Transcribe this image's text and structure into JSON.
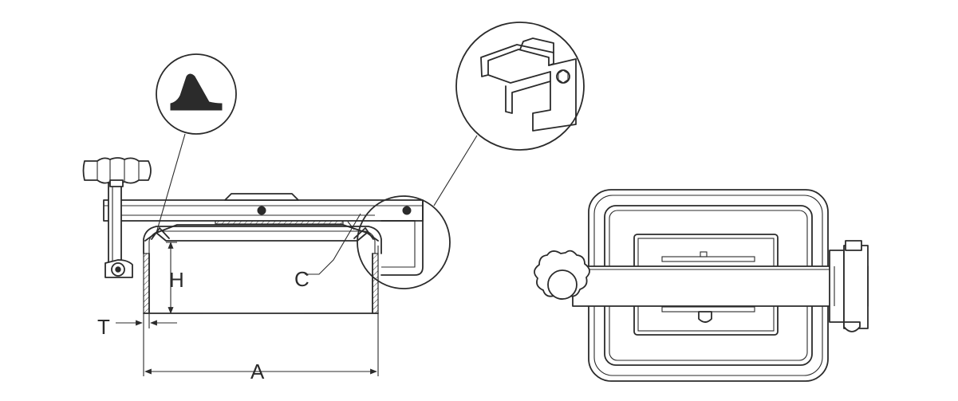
{
  "labels": {
    "A": "A",
    "C": "C",
    "H": "H",
    "T": "T"
  },
  "colors": {
    "line": "#2b2b2b",
    "background": "#ffffff",
    "gasket": "#2b2b2b"
  }
}
